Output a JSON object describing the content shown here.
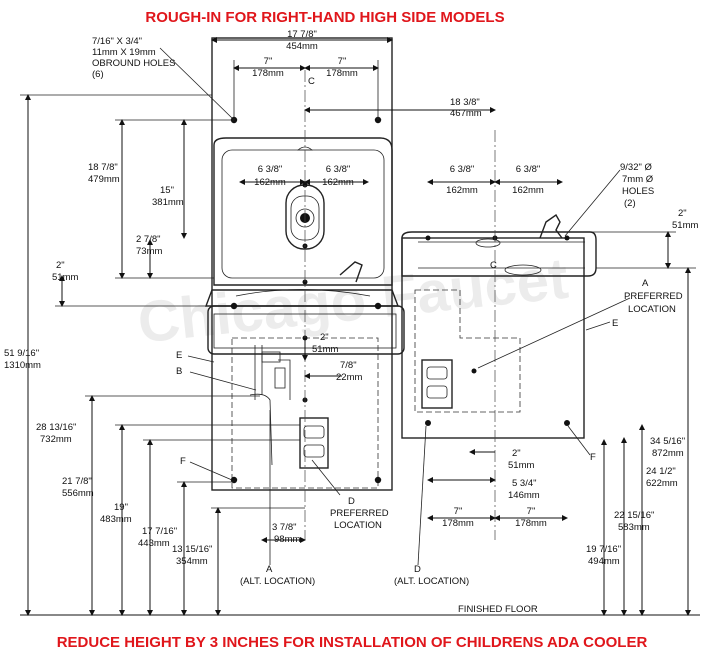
{
  "header": {
    "title": "ROUGH-IN FOR RIGHT-HAND HIGH SIDE MODELS"
  },
  "footer": {
    "note": "REDUCE HEIGHT BY 3 INCHES FOR INSTALLATION OF CHILDRENS ADA COOLER"
  },
  "watermark": "Chicago Faucet",
  "colors": {
    "title_red": "#e0161b",
    "line": "#111111",
    "background": "#ffffff"
  },
  "dims_left_view": {
    "hole_spec_1": "7/16\" X 3/4\"",
    "hole_spec_2": "11mm X 19mm",
    "hole_spec_3": "OBROUND HOLES",
    "hole_spec_4": "(6)",
    "overall_width_in": "17 7/8\"",
    "overall_width_mm": "454mm",
    "half_left_in": "7\"",
    "half_left_mm": "178mm",
    "half_right_in": "7\"",
    "half_right_mm": "178mm",
    "centerline": "C",
    "height_18_in": "18 7/8\"",
    "height_18_mm": "479mm",
    "height_15_in": "15\"",
    "height_15_mm": "381mm",
    "bub_left_in": "6 3/8\"",
    "bub_left_mm": "162mm",
    "bub_right_in": "6 3/8\"",
    "bub_right_mm": "162mm",
    "offset_27_in": "2 7/8\"",
    "offset_27_mm": "73mm",
    "two_in_left": "2\"",
    "two_mm_left": "51mm",
    "overall_51_in": "51 9/16\"",
    "overall_51_mm": "1310mm",
    "h_28_in": "28 13/16\"",
    "h_28_mm": "732mm",
    "h_21_in": "21 7/8\"",
    "h_21_mm": "556mm",
    "h_19_in": "19\"",
    "h_19_mm": "483mm",
    "h_17_in": "17 7/16\"",
    "h_17_mm": "443mm",
    "h_13_in": "13 15/16\"",
    "h_13_mm": "354mm",
    "center_2_in": "2\"",
    "center_2_mm": "51mm",
    "seven8_in": "7/8\"",
    "seven8_mm": "22mm",
    "w_37_in": "3 7/8\"",
    "w_37_mm": "98mm",
    "label_E": "E",
    "label_B": "B",
    "label_F": "F",
    "label_A": "A",
    "label_A_note": "(ALT. LOCATION)",
    "label_D": "D",
    "label_D_note_1": "PREFERRED",
    "label_D_note_2": "LOCATION"
  },
  "dims_right_view": {
    "offset_18_in": "18 3/8\"",
    "offset_18_mm": "467mm",
    "bub_left_in": "6 3/8\"",
    "bub_left_mm": "162mm",
    "bub_right_in": "6 3/8\"",
    "bub_right_mm": "162mm",
    "hole_1": "9/32\" Ø",
    "hole_2": "7mm Ø",
    "hole_3": "HOLES",
    "hole_4": "(2)",
    "two_in_right": "2\"",
    "two_mm_right": "51mm",
    "centerline": "C",
    "label_A": "A",
    "label_A_note_1": "PREFERRED",
    "label_A_note_2": "LOCATION",
    "label_E": "E",
    "h_34_in": "34 5/16\"",
    "h_34_mm": "872mm",
    "h_24_in": "24 1/2\"",
    "h_24_mm": "622mm",
    "h_22_in": "22 15/16\"",
    "h_22_mm": "583mm",
    "h_19_in": "19 7/16\"",
    "h_19_mm": "494mm",
    "two_bottom_in": "2\"",
    "two_bottom_mm": "51mm",
    "w_53_in": "5 3/4\"",
    "w_53_mm": "146mm",
    "half_left_in": "7\"",
    "half_left_mm": "178mm",
    "half_right_in": "7\"",
    "half_right_mm": "178mm",
    "label_F": "F",
    "label_D": "D",
    "label_D_note": "(ALT. LOCATION)",
    "finished_floor": "FINISHED FLOOR"
  }
}
